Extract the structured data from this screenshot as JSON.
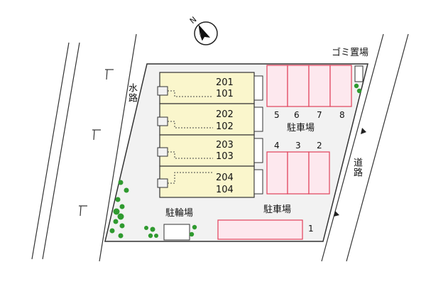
{
  "compass": {
    "label": "N"
  },
  "garbage": {
    "label": "ゴミ置場"
  },
  "waterway": {
    "label": "水路"
  },
  "road": {
    "label": "道路"
  },
  "bicycle_parking": {
    "label": "駐輪場"
  },
  "parking_upper": {
    "label": "駐車場"
  },
  "parking_lower": {
    "label": "駐車場"
  },
  "units": [
    {
      "upper": "201",
      "lower": "101"
    },
    {
      "upper": "202",
      "lower": "102"
    },
    {
      "upper": "203",
      "lower": "103"
    },
    {
      "upper": "204",
      "lower": "104"
    }
  ],
  "spaces_top": [
    "5",
    "6",
    "7",
    "8"
  ],
  "spaces_mid": [
    "4",
    "3",
    "2"
  ],
  "space_bottom": "1",
  "colors": {
    "lot": "#f2f2f2",
    "building": "#faf6cc",
    "parking_fill": "#fde8ee",
    "parking_stroke": "#e0405a",
    "tree": "#2f9a2f",
    "line": "#333333"
  }
}
